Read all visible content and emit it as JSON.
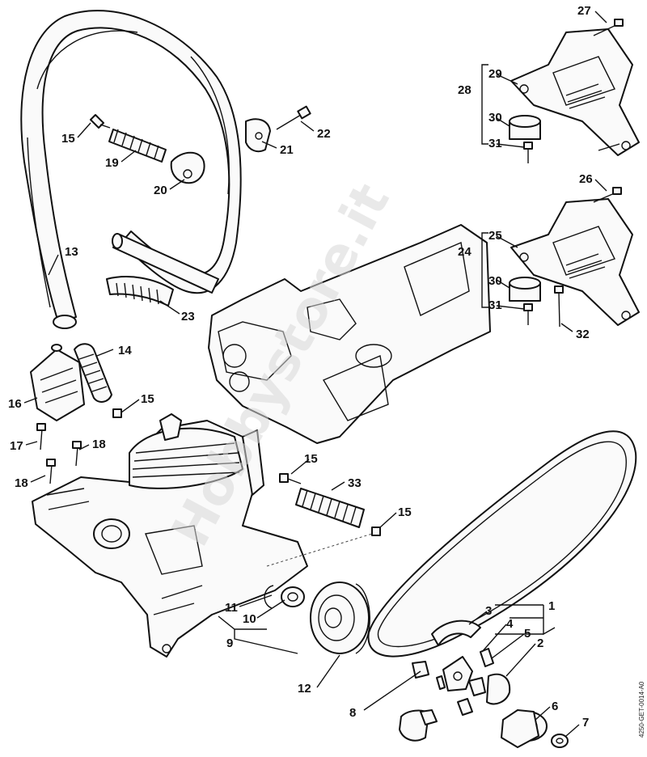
{
  "diagram": {
    "watermark": "Hobbystore.it",
    "drawing_code": "4250-GET-0014-A0",
    "callouts": [
      {
        "id": "c1",
        "label": "1"
      },
      {
        "id": "c2",
        "label": "2"
      },
      {
        "id": "c3",
        "label": "3"
      },
      {
        "id": "c4",
        "label": "4"
      },
      {
        "id": "c5",
        "label": "5"
      },
      {
        "id": "c6",
        "label": "6"
      },
      {
        "id": "c7",
        "label": "7"
      },
      {
        "id": "c8",
        "label": "8"
      },
      {
        "id": "c9",
        "label": "9"
      },
      {
        "id": "c10",
        "label": "10"
      },
      {
        "id": "c11",
        "label": "11"
      },
      {
        "id": "c12",
        "label": "12"
      },
      {
        "id": "c13",
        "label": "13"
      },
      {
        "id": "c14",
        "label": "14"
      },
      {
        "id": "c15a",
        "label": "15"
      },
      {
        "id": "c15b",
        "label": "15"
      },
      {
        "id": "c15c",
        "label": "15"
      },
      {
        "id": "c15d",
        "label": "15"
      },
      {
        "id": "c16",
        "label": "16"
      },
      {
        "id": "c17",
        "label": "17"
      },
      {
        "id": "c18a",
        "label": "18"
      },
      {
        "id": "c18b",
        "label": "18"
      },
      {
        "id": "c19",
        "label": "19"
      },
      {
        "id": "c20",
        "label": "20"
      },
      {
        "id": "c21",
        "label": "21"
      },
      {
        "id": "c22",
        "label": "22"
      },
      {
        "id": "c23",
        "label": "23"
      },
      {
        "id": "c24",
        "label": "24"
      },
      {
        "id": "c25",
        "label": "25"
      },
      {
        "id": "c26",
        "label": "26"
      },
      {
        "id": "c27",
        "label": "27"
      },
      {
        "id": "c28",
        "label": "28"
      },
      {
        "id": "c29",
        "label": "29"
      },
      {
        "id": "c30a",
        "label": "30"
      },
      {
        "id": "c30b",
        "label": "30"
      },
      {
        "id": "c31a",
        "label": "31"
      },
      {
        "id": "c31b",
        "label": "31"
      },
      {
        "id": "c32",
        "label": "32"
      },
      {
        "id": "c33",
        "label": "33"
      }
    ]
  }
}
